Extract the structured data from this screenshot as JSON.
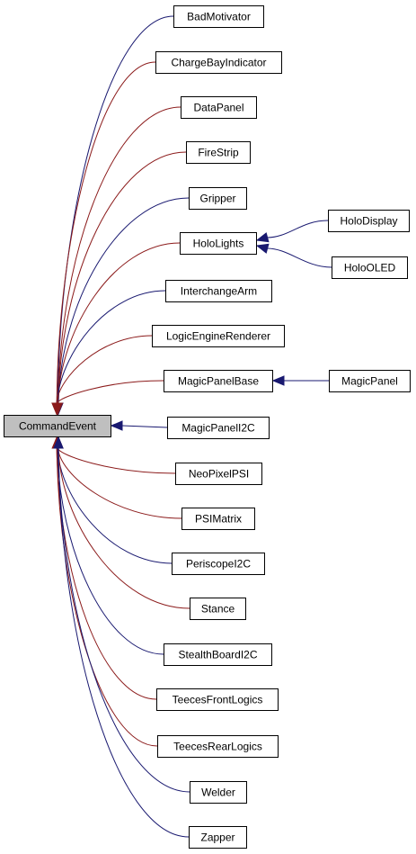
{
  "diagram": {
    "title": "Inheritance diagram for CommandEvent",
    "colors": {
      "public_inheritance": "#191970",
      "protected_inheritance": "#8b1a1a",
      "root_fill": "#bfbfbf",
      "node_fill": "#ffffff"
    },
    "root": {
      "id": "CommandEvent",
      "label": "CommandEvent"
    },
    "nodes": [
      {
        "id": "BadMotivator",
        "label": "BadMotivator"
      },
      {
        "id": "ChargeBayIndicator",
        "label": "ChargeBayIndicator"
      },
      {
        "id": "DataPanel",
        "label": "DataPanel"
      },
      {
        "id": "FireStrip",
        "label": "FireStrip"
      },
      {
        "id": "Gripper",
        "label": "Gripper"
      },
      {
        "id": "HoloLights",
        "label": "HoloLights"
      },
      {
        "id": "InterchangeArm",
        "label": "InterchangeArm"
      },
      {
        "id": "LogicEngineRenderer",
        "label": "LogicEngineRenderer"
      },
      {
        "id": "MagicPanelBase",
        "label": "MagicPanelBase"
      },
      {
        "id": "MagicPanelI2C",
        "label": "MagicPanelI2C"
      },
      {
        "id": "NeoPixelPSI",
        "label": "NeoPixelPSI"
      },
      {
        "id": "PSIMatrix",
        "label": "PSIMatrix"
      },
      {
        "id": "PeriscopeI2C",
        "label": "PeriscopeI2C"
      },
      {
        "id": "Stance",
        "label": "Stance"
      },
      {
        "id": "StealthBoardI2C",
        "label": "StealthBoardI2C"
      },
      {
        "id": "TeecesFrontLogics",
        "label": "TeecesFrontLogics"
      },
      {
        "id": "TeecesRearLogics",
        "label": "TeecesRearLogics"
      },
      {
        "id": "Welder",
        "label": "Welder"
      },
      {
        "id": "Zapper",
        "label": "Zapper"
      },
      {
        "id": "HoloDisplay",
        "label": "HoloDisplay"
      },
      {
        "id": "HoloOLED",
        "label": "HoloOLED"
      },
      {
        "id": "MagicPanel",
        "label": "MagicPanel"
      }
    ],
    "edges": [
      {
        "from": "BadMotivator",
        "to": "CommandEvent",
        "kind": "public"
      },
      {
        "from": "ChargeBayIndicator",
        "to": "CommandEvent",
        "kind": "protected"
      },
      {
        "from": "DataPanel",
        "to": "CommandEvent",
        "kind": "protected"
      },
      {
        "from": "FireStrip",
        "to": "CommandEvent",
        "kind": "protected"
      },
      {
        "from": "Gripper",
        "to": "CommandEvent",
        "kind": "public"
      },
      {
        "from": "HoloLights",
        "to": "CommandEvent",
        "kind": "protected"
      },
      {
        "from": "InterchangeArm",
        "to": "CommandEvent",
        "kind": "public"
      },
      {
        "from": "LogicEngineRenderer",
        "to": "CommandEvent",
        "kind": "protected"
      },
      {
        "from": "MagicPanelBase",
        "to": "CommandEvent",
        "kind": "protected"
      },
      {
        "from": "MagicPanelI2C",
        "to": "CommandEvent",
        "kind": "public"
      },
      {
        "from": "NeoPixelPSI",
        "to": "CommandEvent",
        "kind": "protected"
      },
      {
        "from": "PSIMatrix",
        "to": "CommandEvent",
        "kind": "protected"
      },
      {
        "from": "PeriscopeI2C",
        "to": "CommandEvent",
        "kind": "public"
      },
      {
        "from": "Stance",
        "to": "CommandEvent",
        "kind": "protected"
      },
      {
        "from": "StealthBoardI2C",
        "to": "CommandEvent",
        "kind": "public"
      },
      {
        "from": "TeecesFrontLogics",
        "to": "CommandEvent",
        "kind": "protected"
      },
      {
        "from": "TeecesRearLogics",
        "to": "CommandEvent",
        "kind": "protected"
      },
      {
        "from": "Welder",
        "to": "CommandEvent",
        "kind": "public"
      },
      {
        "from": "Zapper",
        "to": "CommandEvent",
        "kind": "public"
      },
      {
        "from": "HoloDisplay",
        "to": "HoloLights",
        "kind": "public"
      },
      {
        "from": "HoloOLED",
        "to": "HoloLights",
        "kind": "public"
      },
      {
        "from": "MagicPanel",
        "to": "MagicPanelBase",
        "kind": "public"
      }
    ]
  }
}
